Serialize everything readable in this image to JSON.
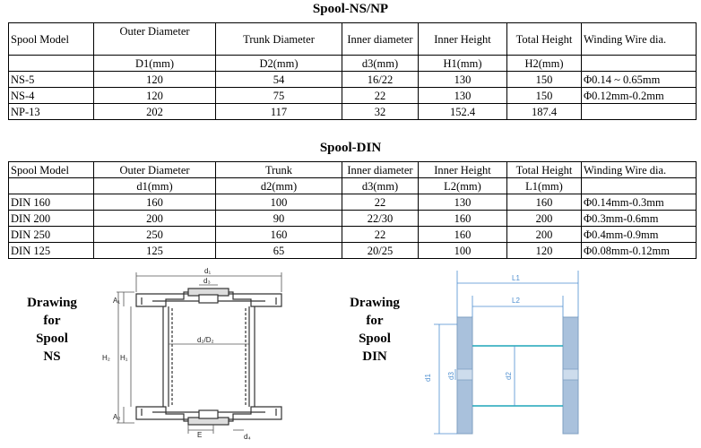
{
  "ns": {
    "title": "Spool-NS/NP",
    "headers": [
      "Spool Model",
      "Outer Diameter",
      "Trunk Diameter",
      "Inner diameter",
      "Inner Height",
      "Total Height",
      "Winding Wire dia."
    ],
    "units": [
      "",
      "D1(mm)",
      "D2(mm)",
      "d3(mm)",
      "H1(mm)",
      "H2(mm)",
      ""
    ],
    "rows": [
      [
        "NS-5",
        "120",
        "54",
        "16/22",
        "130",
        "150",
        "Φ0.14 ~ 0.65mm"
      ],
      [
        "NS-4",
        "120",
        "75",
        "22",
        "130",
        "150",
        "Φ0.12mm-0.2mm"
      ],
      [
        "NP-13",
        "202",
        "117",
        "32",
        "152.4",
        "187.4",
        ""
      ]
    ]
  },
  "din": {
    "title": "Spool-DIN",
    "headers": [
      "Spool Model",
      "Outer Diameter",
      "Trunk",
      "Inner diameter",
      "Inner Height",
      "Total Height",
      "Winding Wire dia."
    ],
    "units": [
      "",
      "d1(mm)",
      "d2(mm)",
      "d3(mm)",
      "L2(mm)",
      "L1(mm)",
      ""
    ],
    "rows": [
      [
        "DIN 160",
        "160",
        "100",
        "22",
        "130",
        "160",
        "Φ0.14mm-0.3mm"
      ],
      [
        "DIN 200",
        "200",
        "90",
        "22/30",
        "160",
        "200",
        "Φ0.3mm-0.6mm"
      ],
      [
        "DIN 250",
        "250",
        "160",
        "22",
        "160",
        "200",
        "Φ0.4mm-0.9mm"
      ],
      [
        "DIN 125",
        "125",
        "65",
        "20/25",
        "100",
        "120",
        "Φ0.08mm-0.12mm"
      ]
    ]
  },
  "captions": {
    "ns": [
      "Drawing",
      "for",
      "Spool",
      "NS"
    ],
    "din": [
      "Drawing",
      "for",
      "Spool",
      "DIN"
    ]
  },
  "drawing_ns": {
    "labels": {
      "d1": "d₁",
      "d3": "d₃",
      "dd": "d₂/D₂",
      "a1": "A₁",
      "a2": "A₂",
      "h2": "H₂",
      "h1": "H₁",
      "e": "E",
      "d4": "d₄"
    }
  },
  "drawing_din": {
    "labels": {
      "l1": "L1",
      "l2": "L2",
      "d1": "d1",
      "d3": "d3",
      "d2": "d2"
    },
    "colors": {
      "flange": "#a9c1dc",
      "dim": "#4f8fd0",
      "wire": "#1fa6b8"
    }
  }
}
